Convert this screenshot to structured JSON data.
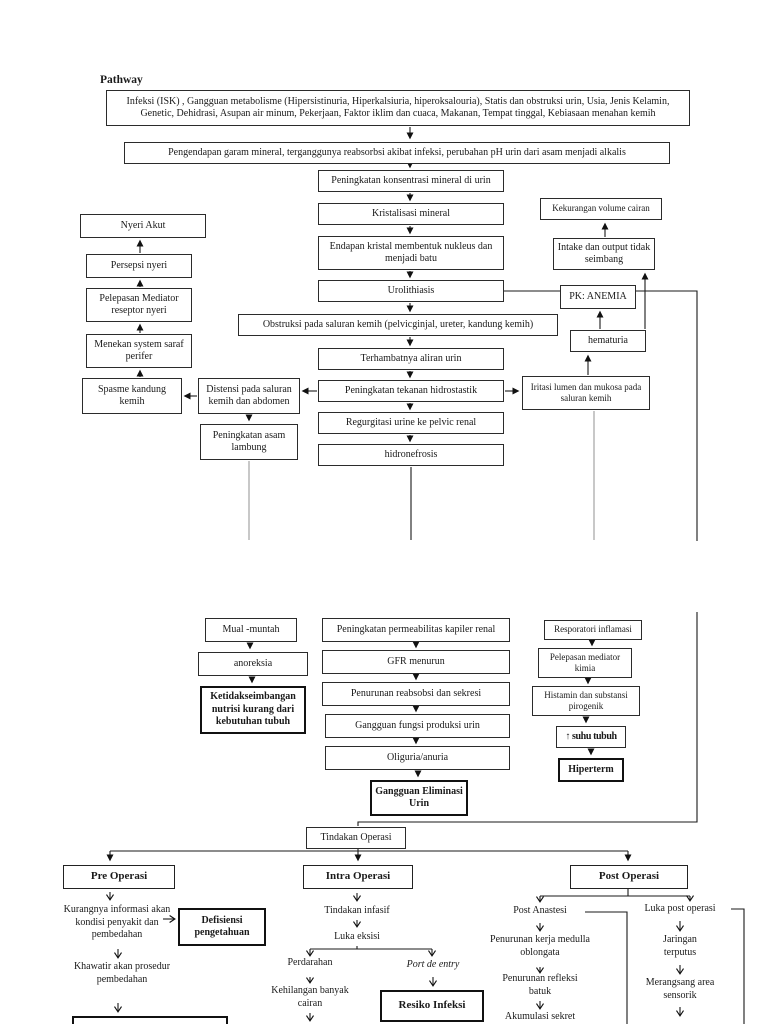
{
  "title": "Pathway",
  "nodes": {
    "etiologi": "Infeksi (ISK) , Gangguan metabolisme (Hipersistinuria, Hiperkalsiuria, hiperoksalouria), Statis dan obstruksi urin, Usia, Jenis Kelamin, Genetic, Dehidrasi, Asupan air minum, Pekerjaan, Faktor iklim dan cuaca, Makanan, Tempat tinggal, Kebiasaan menahan kemih",
    "pengendapan": "Pengendapan garam mineral, terganggunya reabsorbsi akibat infeksi, perubahan pH urin dari asam menjadi alkalis",
    "konsentrasi": "Peningkatan konsentrasi mineral di urin",
    "kristalisasi": "Kristalisasi mineral",
    "endapan": "Endapan kristal membentuk nukleus dan menjadi batu",
    "urolithiasis": "Urolithiasis",
    "obstruksi": "Obstruksi pada saluran kemih (pelvicginjal, ureter, kandung kemih)",
    "terhambat": "Terhambatnya aliran urin",
    "hidrostatik": "Peningkatan tekanan hidrostastik",
    "regurgitasi": "Regurgitasi urine ke pelvic renal",
    "hidronefrosis": "hidronefrosis",
    "nyeri_akut": "Nyeri Akut",
    "persepsi_nyeri": "Persepsi nyeri",
    "pelepasan_mediator": "Pelepasan Mediator reseptor nyeri",
    "menekan_saraf": "Menekan system saraf perifer",
    "spasme": "Spasme kandung kemih",
    "distensi": "Distensi pada saluran kemih dan abdomen",
    "asam_lambung": "Peningkatan asam lambung",
    "kekurangan_cairan": "Kekurangan volume cairan",
    "intake_output": "Intake dan output tidak seimbang",
    "pk_anemia": "PK: ANEMIA",
    "hematuria": "hematuria",
    "iritasi": "Iritasi lumen dan mukosa pada saluran kemih",
    "mual": "Mual -muntah",
    "anoreksia": "anoreksia",
    "ketidakseimbangan": "Ketidakseimbangan nutrisi kurang dari kebutuhan tubuh",
    "permeabilitas": "Peningkatan permeabilitas kapiler renal",
    "gfr": "GFR menurun",
    "reabsobsi": "Penurunan reabsobsi dan sekresi",
    "produksi_urin": "Gangguan fungsi produksi urin",
    "oliguria": "Oliguria/anuria",
    "eliminasi": "Gangguan Eliminasi Urin",
    "resporatori": "Resporatori inflamasi",
    "mediator_kimia": "Pelepasan mediator kimia",
    "histamin": "Histamin dan substansi pirogenik",
    "suhu": "↑ suhu tubuh",
    "hiperterm": "Hiperterm",
    "tindakan_operasi": "Tindakan Operasi",
    "pre_operasi": "Pre Operasi",
    "intra_operasi": "Intra Operasi",
    "post_operasi": "Post Operasi",
    "kurang_informasi": "Kurangnya informasi akan kondisi penyakit dan pembedahan",
    "defisiensi": "Defisiensi pengetahuan",
    "khawatir": "Khawatir akan prosedur pembedahan",
    "tindakan_infasif": "Tindakan infasif",
    "luka_eksisi": "Luka eksisi",
    "perdarahan": "Perdarahan",
    "port_de_entry": "Port de entry",
    "kehilangan_cairan": "Kehilangan banyak cairan",
    "resiko_infeksi": "Resiko Infeksi",
    "post_anastesi": "Post Anastesi",
    "penurunan_kerja": "Penurunan kerja medulla oblongata",
    "refleksi_batuk": "Penurunan refleksi batuk",
    "akumulasi": "Akumulasi sekret",
    "luka_post": "Luka post operasi",
    "jaringan": "Jaringan terputus",
    "merangsang": "Merangsang area sensorik"
  }
}
